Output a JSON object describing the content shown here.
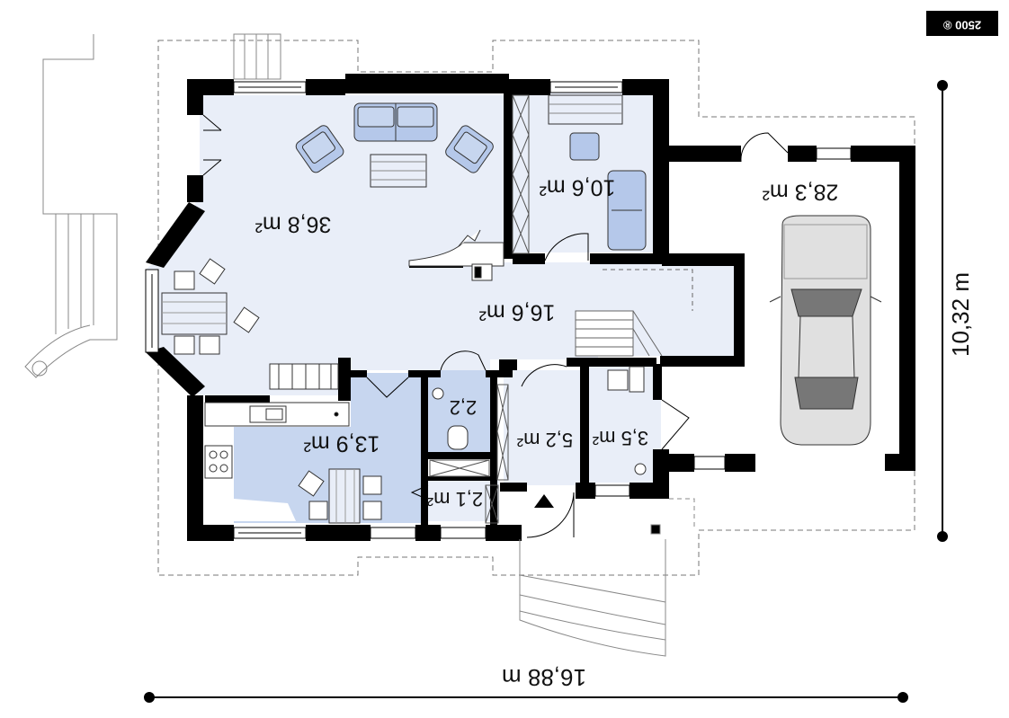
{
  "badge": {
    "text": "2500 ®"
  },
  "rooms": [
    {
      "id": "living",
      "label": "36,8 m²"
    },
    {
      "id": "office",
      "label": "10,6 m²"
    },
    {
      "id": "garage",
      "label": "28,3 m²"
    },
    {
      "id": "hall",
      "label": "16,6 m²"
    },
    {
      "id": "kitchen",
      "label": "13,9 m²"
    },
    {
      "id": "wc",
      "label": "2,2"
    },
    {
      "id": "vestibule",
      "label": "5,2 m²"
    },
    {
      "id": "boiler",
      "label": "3,5 m²"
    },
    {
      "id": "pantry",
      "label": "2,1 m²"
    }
  ],
  "dimensions": {
    "width": "16,88 m",
    "depth": "10,32 m"
  },
  "colors": {
    "room_fill": "#e9eef8",
    "kitchen_fill": "#c7d6ef",
    "furniture": "#b5c8ea",
    "wall": "#000000"
  }
}
